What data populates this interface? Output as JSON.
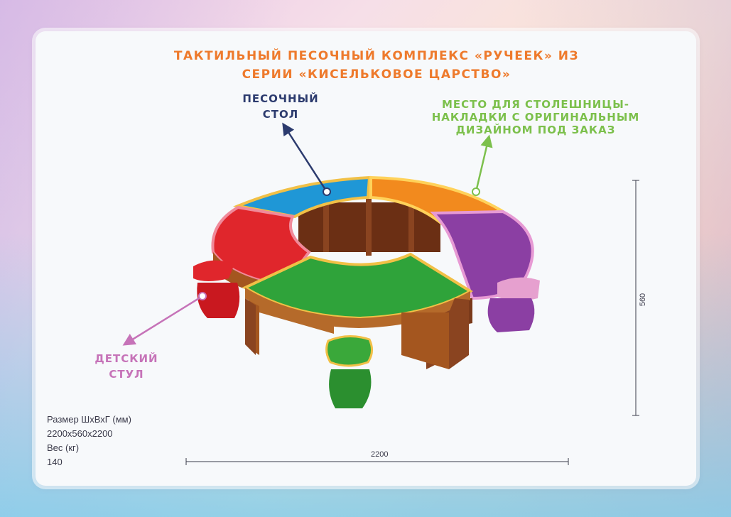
{
  "title": "ТАКТИЛЬНЫЙ ПЕСОЧНЫЙ КОМПЛЕКС «РУЧЕЕК» ИЗ СЕРИИ «КИСЕЛЬКОВОЕ ЦАРСТВО»",
  "labels": {
    "sand_table": "ПЕСОЧНЫЙ СТОЛ",
    "tabletop": "МЕСТО ДЛЯ СТОЛЕШНИЦЫ-НАКЛАДКИ С ОРИГИНАЛЬНЫМ ДИЗАЙНОМ ПОД ЗАКАЗ",
    "chair": "ДЕТСКИЙ СТУЛ"
  },
  "specs": {
    "size_label": "Размер ШхВхГ (мм)",
    "size_value": "2200x560x2200",
    "weight_label": "Вес (кг)",
    "weight_value": "140"
  },
  "dimensions": {
    "width": "2200",
    "height": "560"
  },
  "colors": {
    "title": "#ee7a2c",
    "sand_label": "#2c3b6e",
    "tabletop_label": "#7cc04c",
    "chair_label": "#c673b8",
    "segments": [
      "#1f97d6",
      "#f28a1e",
      "#8b3fa3",
      "#2fa33a",
      "#e0262c"
    ]
  }
}
